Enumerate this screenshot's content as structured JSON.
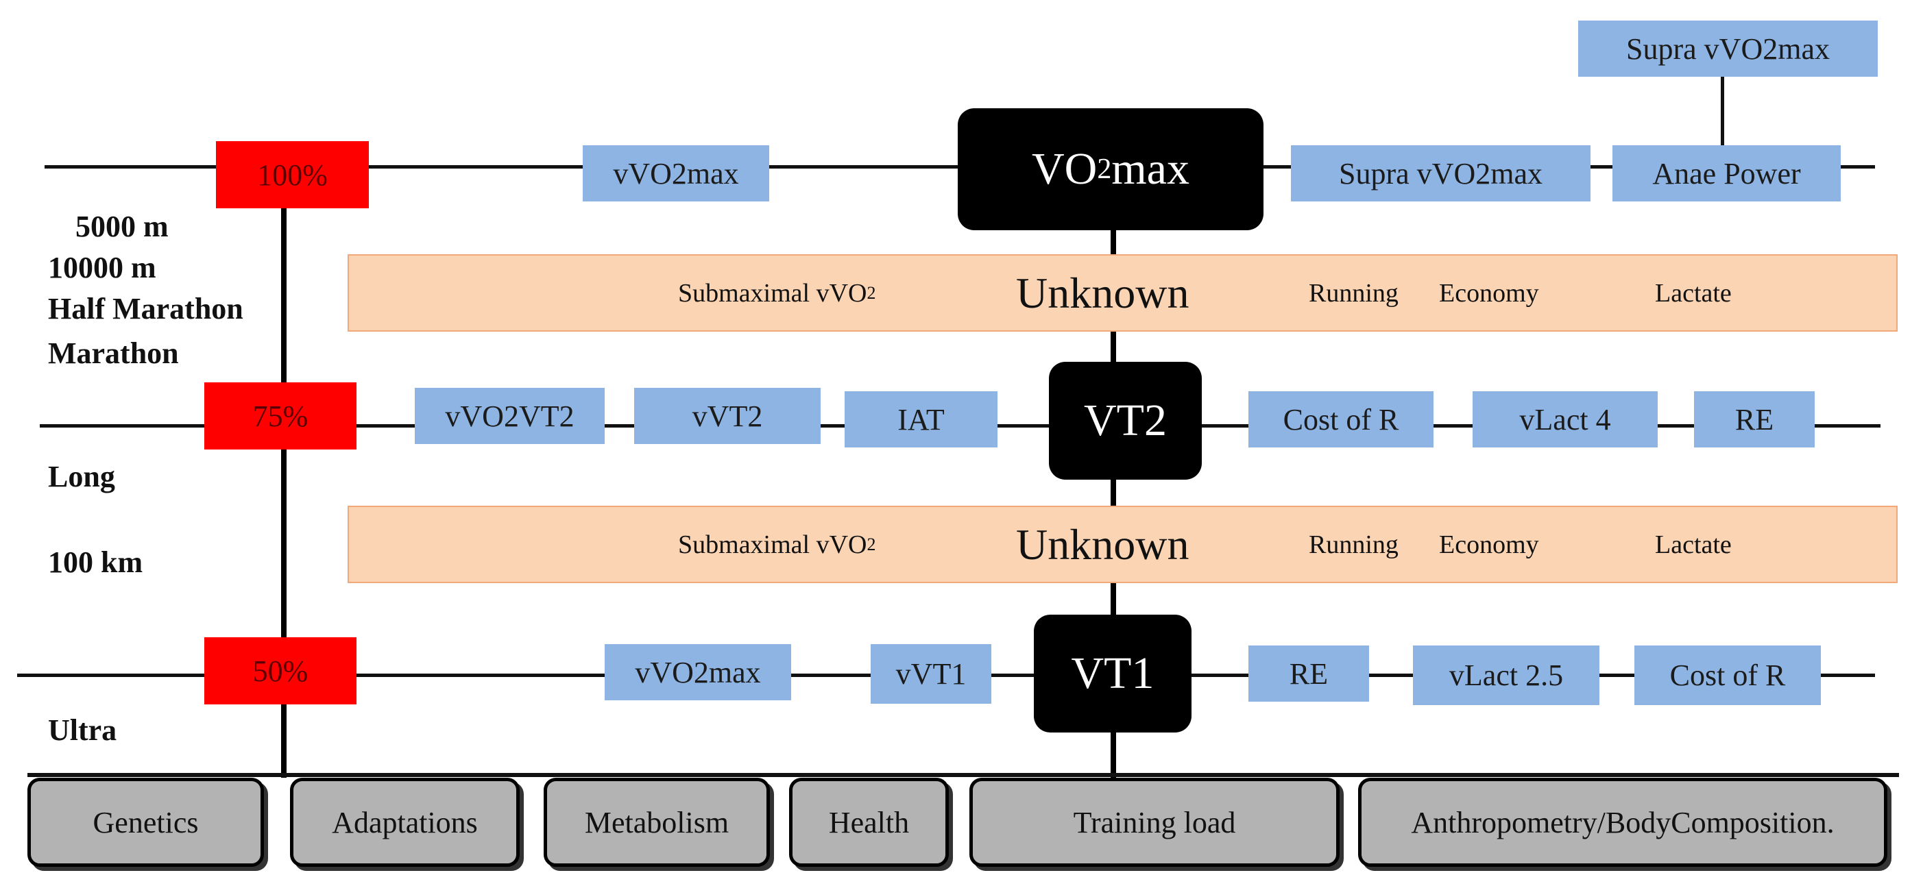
{
  "percentages": {
    "p100": "100%",
    "p75": "75%",
    "p50": "50%"
  },
  "race_labels": {
    "group_100": [
      "5000 m",
      "10000 m",
      "Half Marathon",
      "Marathon"
    ],
    "long": "Long",
    "km100": "100 km",
    "ultra": "Ultra"
  },
  "nodes": {
    "vo2max_main": "VO",
    "vo2max_sub": "2",
    "vo2max_tail": "max",
    "vt2": "VT2",
    "vt1": "VT1"
  },
  "row_100": {
    "items": [
      "vVO2max",
      "Supra vVO2max",
      "Anae Power"
    ],
    "top_item": "Supra vVO2max"
  },
  "band_upper": {
    "submax_main": "Submaximal vVO",
    "submax_sub": "2",
    "unknown": "Unknown",
    "running": "Running",
    "economy": "Economy",
    "lactate": "Lactate"
  },
  "row_75": {
    "items": [
      "vVO2VT2",
      "vVT2",
      "IAT",
      "Cost of R",
      "vLact 4",
      "RE"
    ]
  },
  "band_lower": {
    "submax_main": "Submaximal vVO",
    "submax_sub": "2",
    "unknown": "Unknown",
    "running": "Running",
    "economy": "Economy",
    "lactate": "Lactate"
  },
  "row_50": {
    "items": [
      "vVO2max",
      "vVT1",
      "RE",
      "vLact 2.5",
      "Cost of R"
    ]
  },
  "factors": [
    "Genetics",
    "Adaptations",
    "Metabolism",
    "Health",
    "Training load",
    "Anthropometry/BodyComposition."
  ],
  "colors": {
    "percent_box": "#ff0000",
    "variable_box": "#8eb4e3",
    "unknown_band": "#fbd4b4",
    "threshold_node": "#000000",
    "factor_box": "#b3b3b3"
  }
}
